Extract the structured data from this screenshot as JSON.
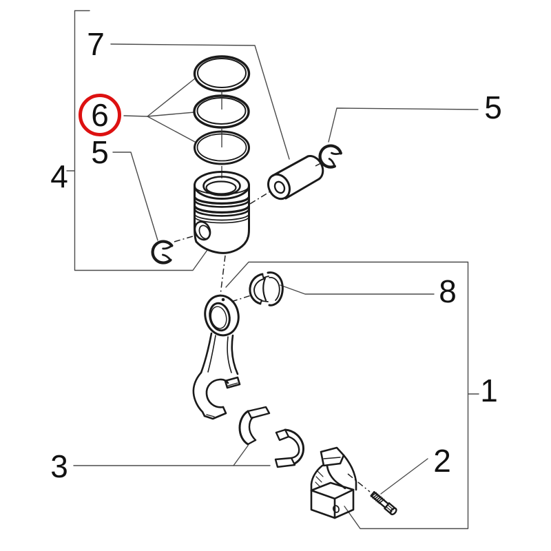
{
  "colors": {
    "background": "#ffffff",
    "line": "#1a1a1a",
    "leader": "#4a4a4a",
    "highlight": "#dd1111"
  },
  "callouts": {
    "c1": {
      "label": "1",
      "highlighted": false
    },
    "c2": {
      "label": "2",
      "highlighted": false
    },
    "c3": {
      "label": "3",
      "highlighted": false
    },
    "c4": {
      "label": "4",
      "highlighted": false
    },
    "c5_left": {
      "label": "5",
      "highlighted": false
    },
    "c5_right": {
      "label": "5",
      "highlighted": false
    },
    "c6": {
      "label": "6",
      "highlighted": true
    },
    "c7": {
      "label": "7",
      "highlighted": false
    },
    "c8": {
      "label": "8",
      "highlighted": false
    }
  }
}
